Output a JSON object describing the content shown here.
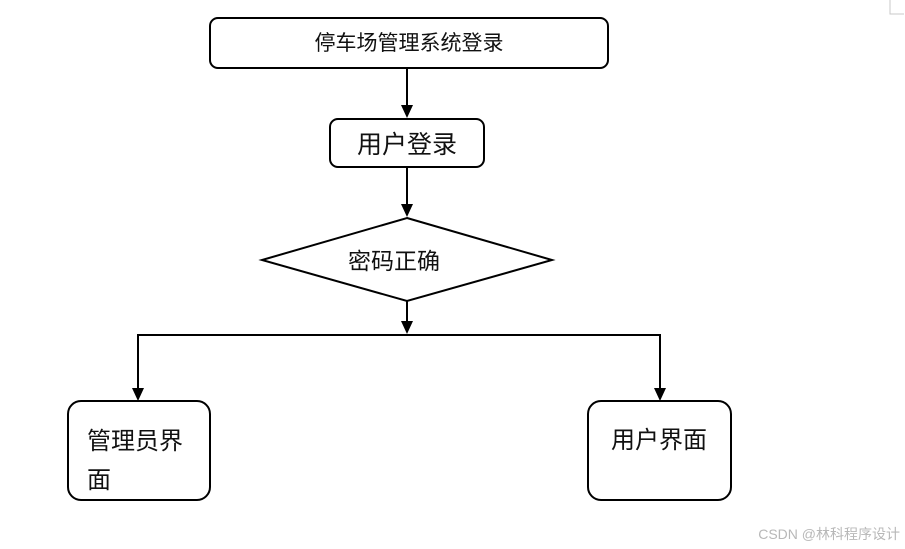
{
  "nodes": {
    "system_login": {
      "label": "停车场管理系统登录"
    },
    "user_login": {
      "label": "用户登录"
    },
    "password_check": {
      "label": "密码正确"
    },
    "admin_interface": {
      "label_line1": "管理员界",
      "label_line2": "面"
    },
    "user_interface": {
      "label": "用户界面"
    }
  },
  "watermark": "CSDN @林科程序设计"
}
